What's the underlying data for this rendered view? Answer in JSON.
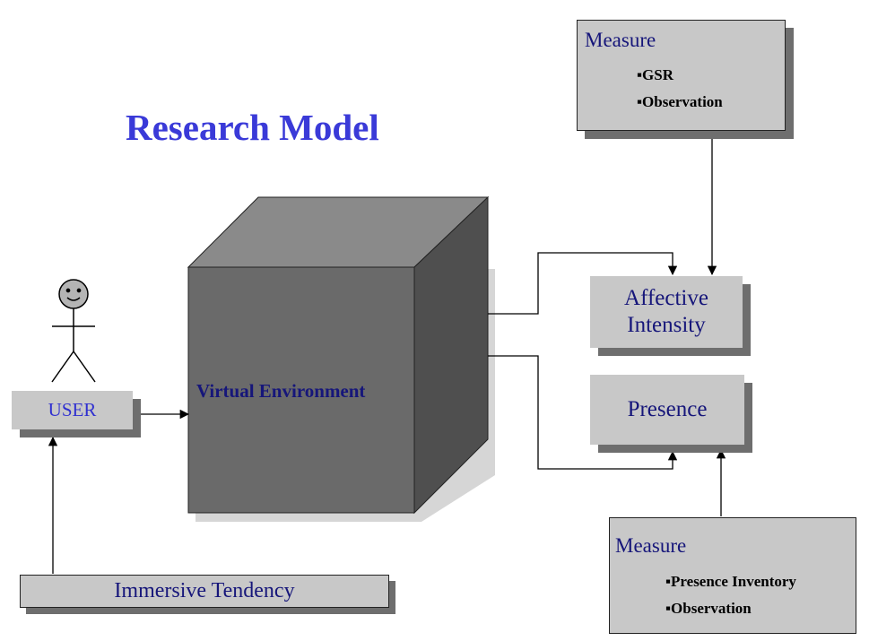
{
  "title": "Research Model",
  "user_label": "USER",
  "virtual_env_label": "Virtual Environment",
  "affective_label_line1": "Affective",
  "affective_label_line2": "Intensity",
  "presence_label": "Presence",
  "immersive_label": "Immersive Tendency",
  "measure_top": {
    "heading": "Measure",
    "items": [
      "▪GSR",
      "▪Observation"
    ]
  },
  "measure_bottom": {
    "heading": "Measure",
    "items": [
      "▪Presence Inventory",
      "▪Observation"
    ]
  },
  "colors": {
    "title": "#3a3ad8",
    "box_fill": "#c8c8c8",
    "shadow": "#6e6e6e",
    "cube_front": "#6a6a6a",
    "cube_top": "#8a8a8a",
    "cube_side": "#4f4f4f",
    "label_navy": "#16167a"
  }
}
